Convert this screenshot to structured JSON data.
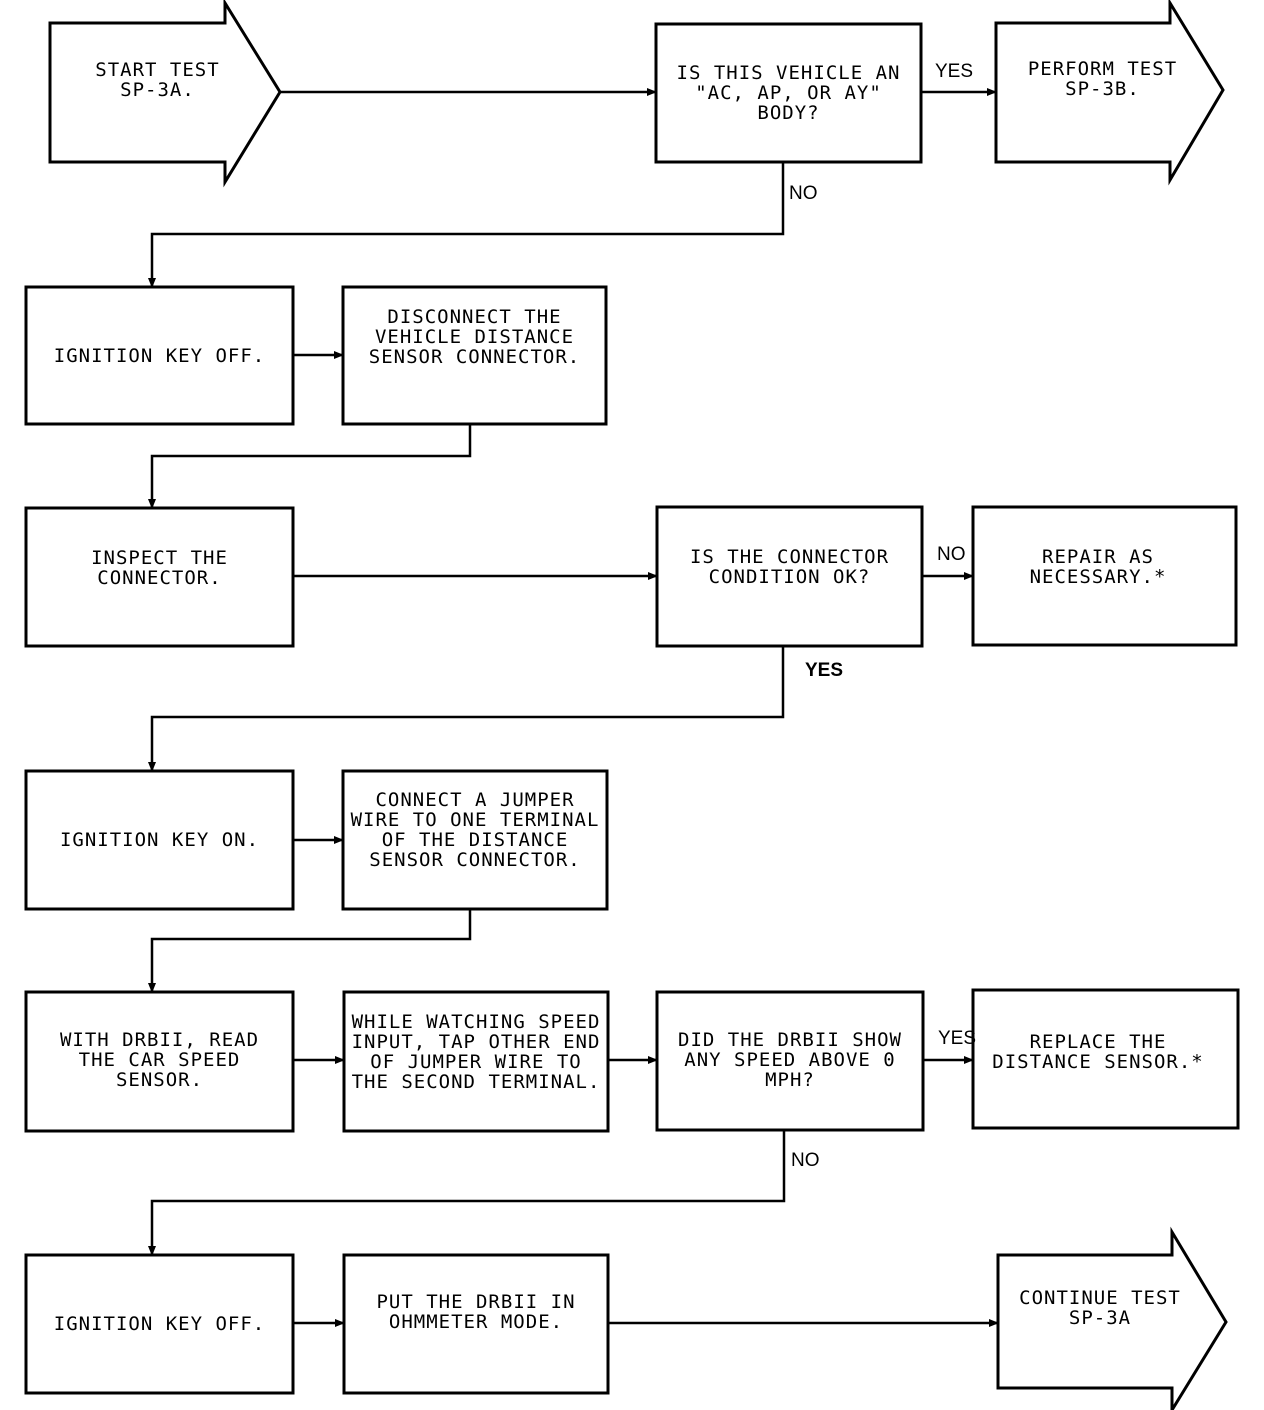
{
  "nodes": {
    "start": [
      "START TEST",
      "SP-3A."
    ],
    "body_q": [
      "IS THIS VEHICLE AN",
      "\"AC, AP, OR AY\"",
      "BODY?"
    ],
    "perform_3b": [
      "PERFORM TEST",
      "SP-3B."
    ],
    "ign_off_1": [
      "IGNITION KEY OFF."
    ],
    "disconnect": [
      "DISCONNECT THE",
      "VEHICLE DISTANCE",
      "SENSOR CONNECTOR."
    ],
    "inspect": [
      "INSPECT THE",
      "CONNECTOR."
    ],
    "cond_q": [
      "IS THE CONNECTOR",
      "CONDITION OK?"
    ],
    "repair": [
      "REPAIR AS",
      "NECESSARY.*"
    ],
    "ign_on": [
      "IGNITION KEY ON."
    ],
    "jumper": [
      "CONNECT A JUMPER",
      "WIRE TO ONE TERMINAL",
      "OF THE DISTANCE",
      "SENSOR CONNECTOR."
    ],
    "drbii_read": [
      "WITH DRBII, READ",
      "THE CAR SPEED",
      "SENSOR."
    ],
    "tap": [
      "WHILE WATCHING SPEED",
      "INPUT, TAP OTHER END",
      "OF JUMPER WIRE TO",
      "THE SECOND TERMINAL."
    ],
    "speed_q": [
      "DID THE DRBII SHOW",
      "ANY SPEED ABOVE 0",
      "MPH?"
    ],
    "replace": [
      "REPLACE THE",
      "DISTANCE SENSOR.*"
    ],
    "ign_off_2": [
      "IGNITION KEY OFF."
    ],
    "ohm": [
      "PUT THE DRBII IN",
      "OHMMETER MODE."
    ],
    "continue": [
      "CONTINUE TEST",
      "SP-3A"
    ]
  },
  "edge_labels": {
    "body_yes": "YES",
    "body_no": "NO",
    "cond_no": "NO",
    "cond_yes": "YES",
    "speed_yes": "YES",
    "speed_no": "NO"
  }
}
